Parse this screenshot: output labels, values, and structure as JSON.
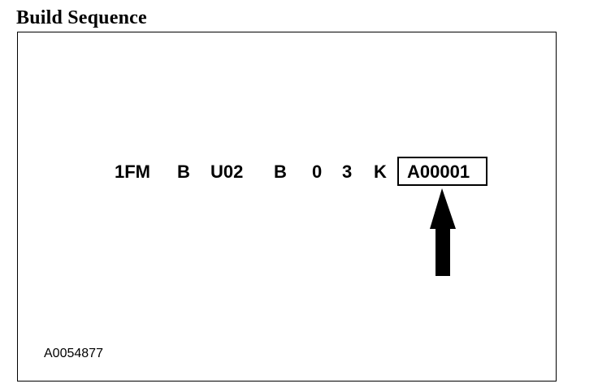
{
  "title": "Build Sequence",
  "vin": {
    "segments": [
      "1FM",
      "B",
      "U02",
      "B",
      "0",
      "3",
      "K"
    ],
    "highlighted": "A00001"
  },
  "figure_code": "A0054877",
  "icons": {
    "pointer": "up-arrow-icon"
  }
}
